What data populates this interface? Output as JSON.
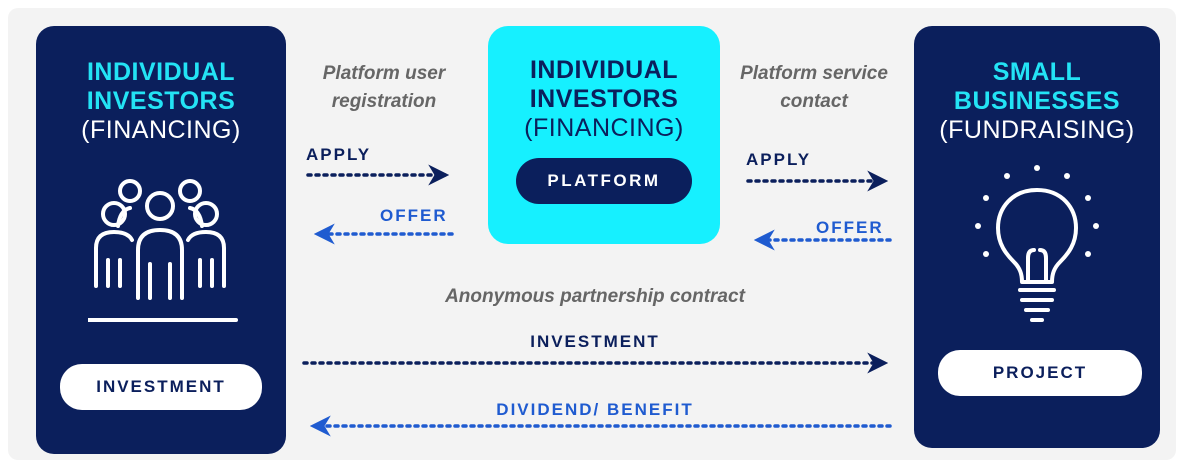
{
  "left_panel": {
    "title": "INDIVIDUAL\nINVESTORS",
    "subtitle": "(FINANCING)",
    "icon": "people-group-icon",
    "pill": "INVESTMENT"
  },
  "center_panel": {
    "title": "INDIVIDUAL\nINVESTORS",
    "subtitle": "(FINANCING)",
    "pill": "PLATFORM"
  },
  "right_panel": {
    "title": "SMALL\nBUSINESSES",
    "subtitle": "(FUNDRAISING)",
    "icon": "lightbulb-icon",
    "pill": "PROJECT"
  },
  "labels": {
    "platform_user_registration": "Platform user\nregistration",
    "platform_service_contact": "Platform service\ncontact",
    "anonymous_partnership": "Anonymous partnership contract"
  },
  "flows": {
    "apply_left": "APPLY",
    "offer_left": "OFFER",
    "apply_right": "APPLY",
    "offer_right": "OFFER",
    "investment": "INVESTMENT",
    "dividend": "DIVIDEND/ BENEFIT"
  },
  "colors": {
    "navy": "#0b1f5c",
    "cyan": "#16f0ff",
    "accent_blue": "#1f5bd0",
    "title_cyan": "#23e3f5"
  }
}
